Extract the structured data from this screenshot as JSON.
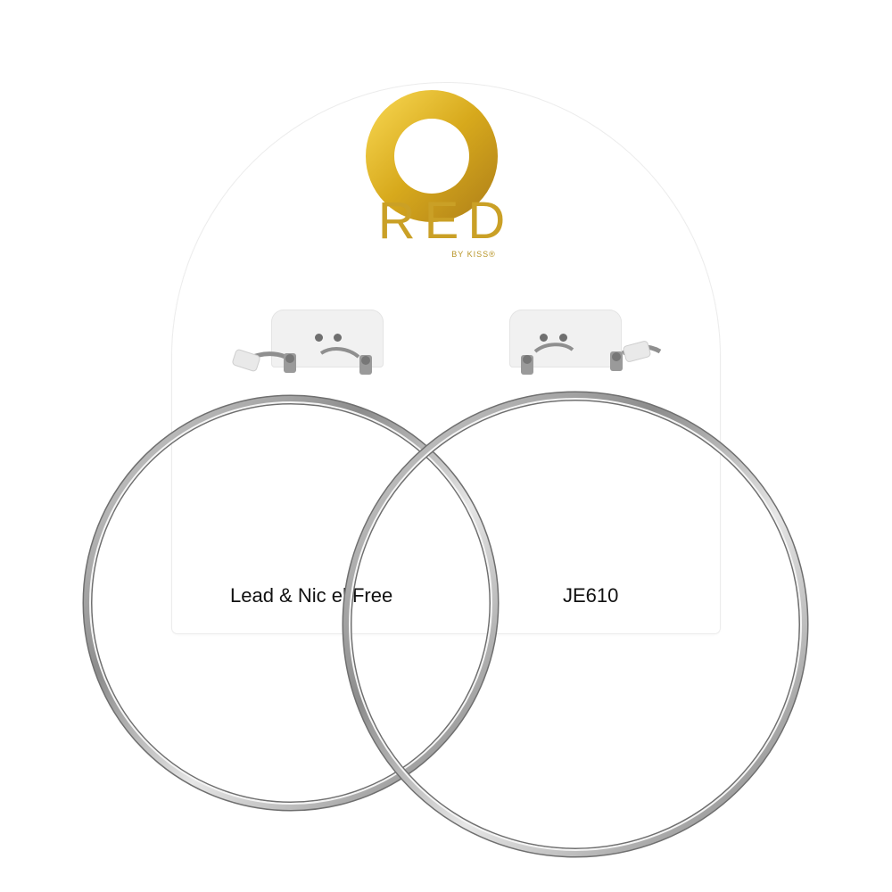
{
  "brand": {
    "name": "RED",
    "sub": "BY KISS®"
  },
  "card": {
    "left_text": "Lead & Nic el Free",
    "right_text": "JE610"
  },
  "colors": {
    "gold": "#caa026",
    "silver": "#9a9a9a",
    "card": "#ffffff"
  }
}
